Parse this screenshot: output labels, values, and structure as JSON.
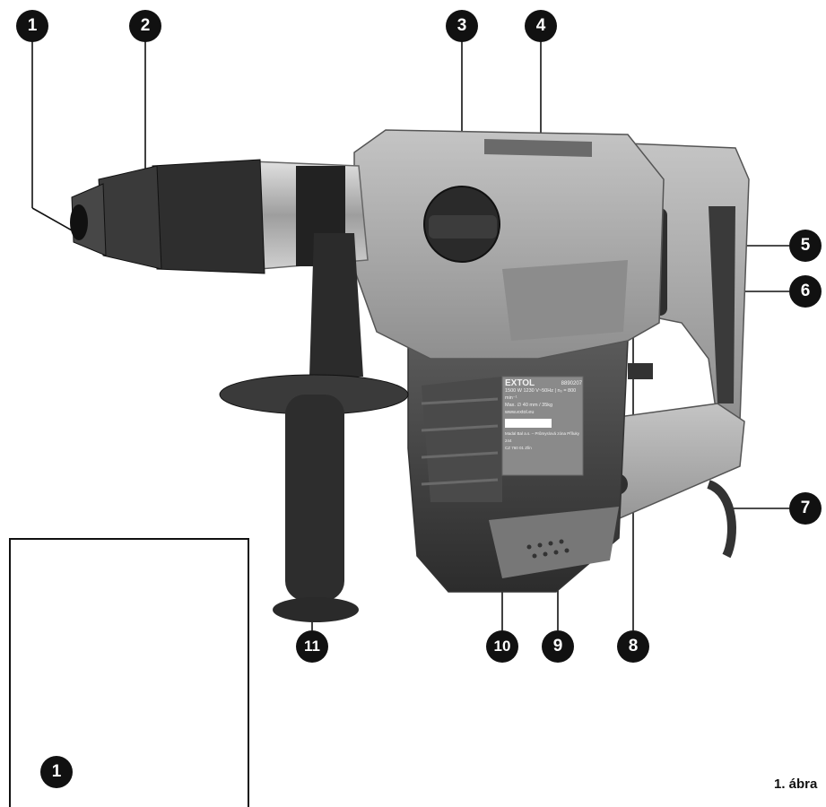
{
  "callouts": [
    "1",
    "2",
    "3",
    "4",
    "5",
    "6",
    "7",
    "8",
    "9",
    "10",
    "11"
  ],
  "inset": {
    "callout": "1"
  },
  "rating_label": {
    "brand": "EXTOL",
    "model": "8890207",
    "line1": "1500 W 1230 V~50Hz | n₀ = 800 min⁻¹",
    "line2": "Max. ∅ 40 mm / 35kg",
    "line3": "www.extol.eu",
    "line4": "Madal Bal a.s. – Průmyslová zóna Příluky 244",
    "line5": "CZ 760 01 Zlín"
  },
  "caption": "1. ábra",
  "colors": {
    "body_light": "#a9a9a9",
    "body_mid": "#8a8a8a",
    "body_dark": "#3b3b3b",
    "metal": "#b7b7b7",
    "callout_bg": "#111111"
  }
}
